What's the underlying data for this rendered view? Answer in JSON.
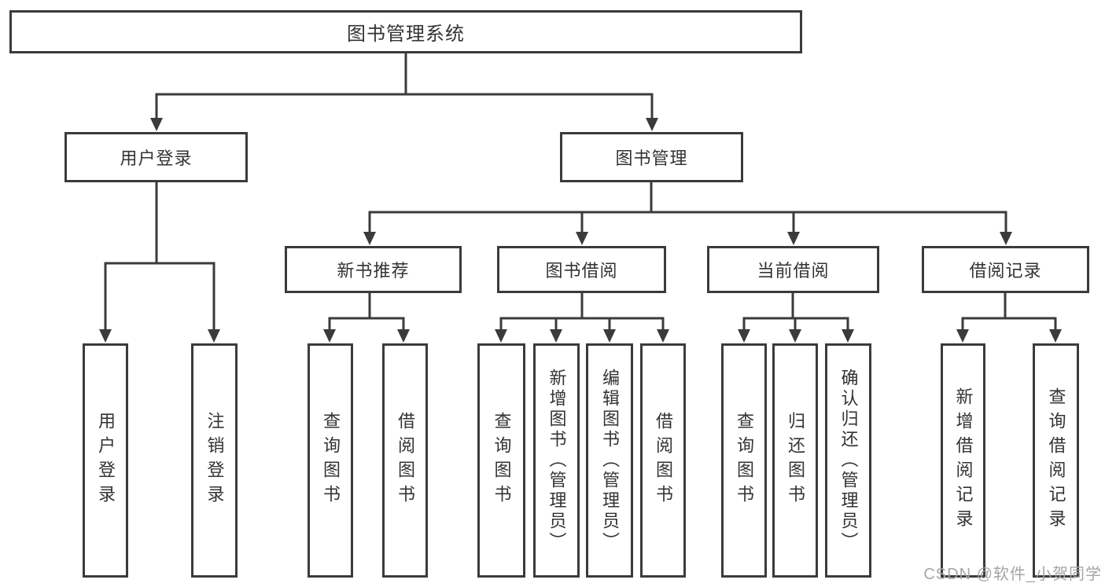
{
  "diagram": {
    "root": {
      "label": "图书管理系统"
    },
    "level2": [
      {
        "label": "用户登录"
      },
      {
        "label": "图书管理"
      }
    ],
    "level3": [
      {
        "label": "新书推荐"
      },
      {
        "label": "图书借阅"
      },
      {
        "label": "当前借阅"
      },
      {
        "label": "借阅记录"
      }
    ],
    "leaves": {
      "user_login": [
        "用户登录",
        "注销登录"
      ],
      "new_books": [
        "查询图书",
        "借阅图书"
      ],
      "book_borrowing": [
        "查询图书",
        "新增图书（管理员）",
        "编辑图书（管理员）",
        "借阅图书"
      ],
      "current_borrowing": [
        "查询图书",
        "归还图书",
        "确认归还（管理员）"
      ],
      "borrowing_records": [
        "新增借阅记录",
        "查询借阅记录"
      ]
    }
  },
  "watermark": {
    "text": "CSDN @软件_小贺同学"
  },
  "colors": {
    "line": "#3b3b3b",
    "border": "#3b3b3b",
    "text": "#333333",
    "watermark": "#a5a5a5",
    "background": "#ffffff"
  }
}
